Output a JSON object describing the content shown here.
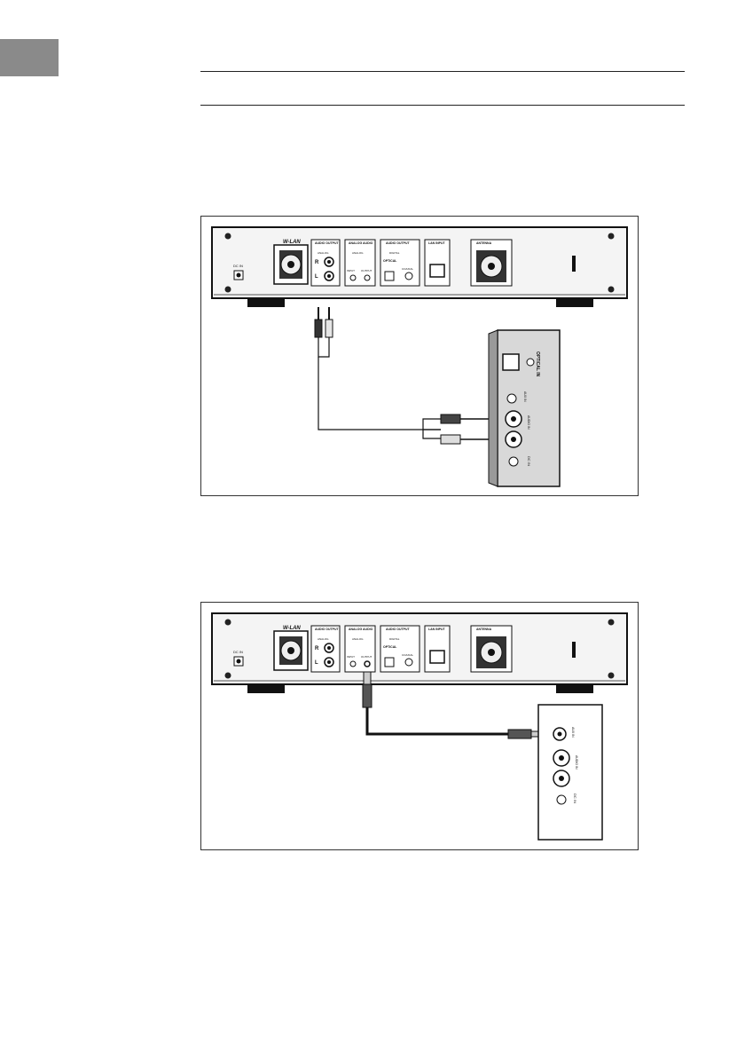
{
  "labels": {
    "wlan": "W-LAN",
    "audio_output": "AUDIO OUTPUT",
    "analog_audio": "ANALOG AUDIO",
    "audio_output_2": "AUDIO OUTPUT",
    "lan_input": "LAN INPUT",
    "antenna": "ANTENNA",
    "analog": "ANALOG",
    "digital": "DIGITAL",
    "optical": "OPTICAL",
    "coaxial": "COAXIAL",
    "input": "INPUT",
    "output": "OUTPUT",
    "dc_in": "DC IN",
    "r": "R",
    "l": "L",
    "optical_in": "OPTICAL IN",
    "aux_in": "AUX IN",
    "audio_in": "AUDIO IN",
    "dc_in_speaker": "DC IN"
  }
}
